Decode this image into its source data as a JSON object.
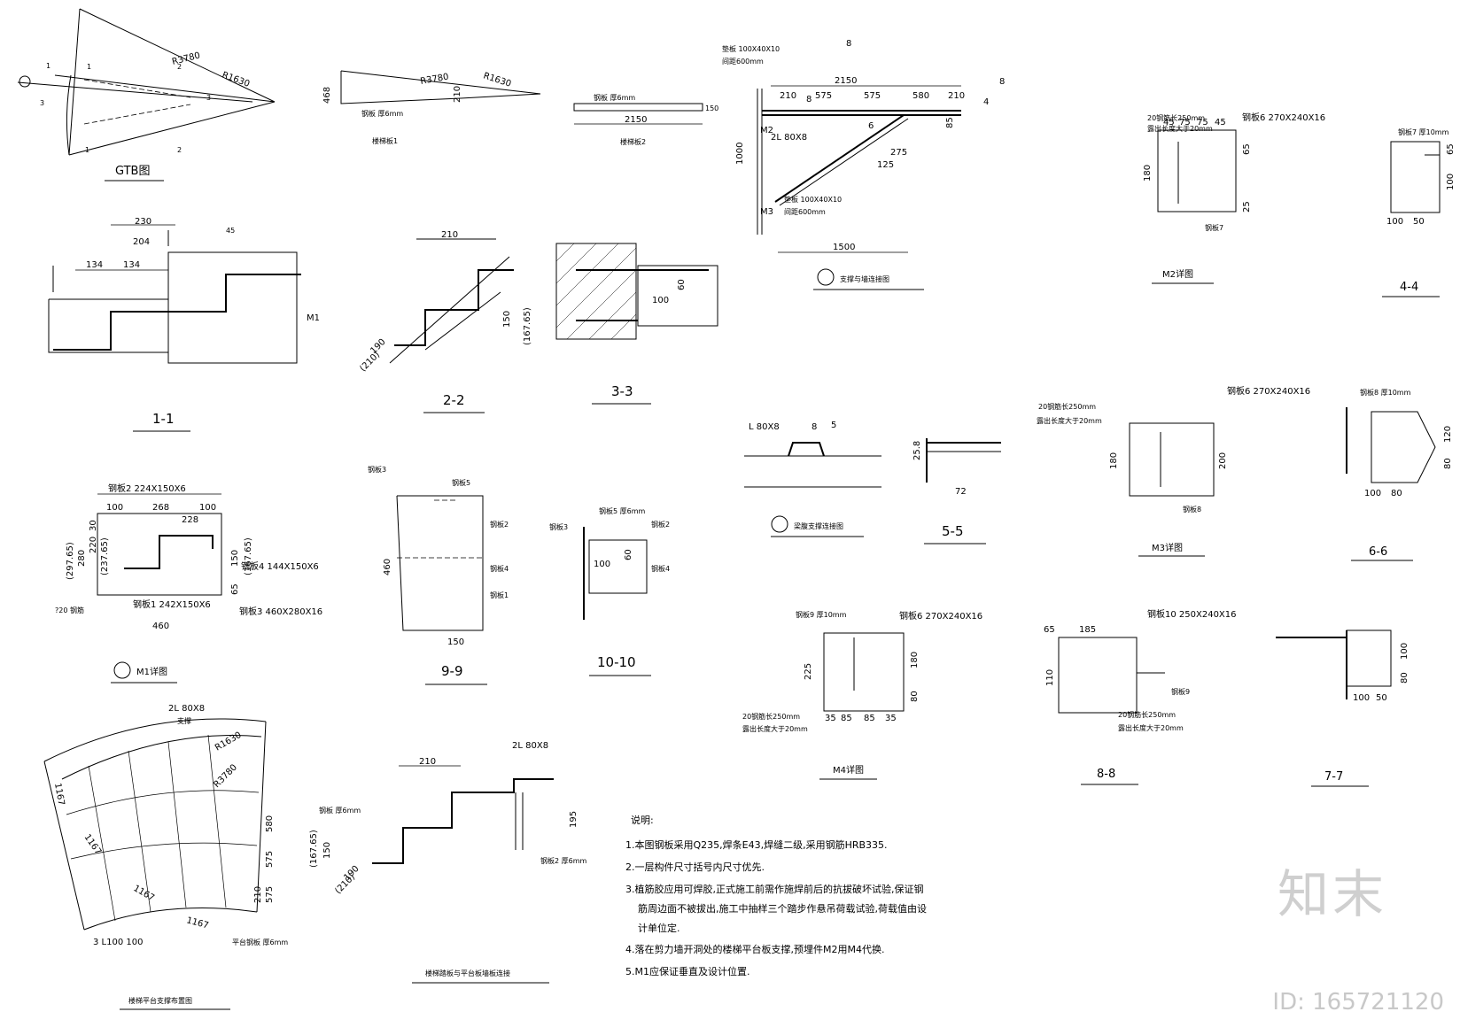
{
  "titles": {
    "gtb": "GTB图",
    "s11": "1-1",
    "s22": "2-2",
    "s33": "3-3",
    "wall_conn": "支撑与墙连接图",
    "m2": "M2详图",
    "s44": "4-4",
    "m1": "M1详图",
    "s99": "9-9",
    "s1010": "10-10",
    "plat_conn": "梁腹支撑连接图",
    "s55": "5-5",
    "m3": "M3详图",
    "s66": "6-6",
    "m4": "M4详图",
    "s88": "8-8",
    "s77": "7-7",
    "layout": "楼梯平台支撑布置图",
    "tread_conn": "楼梯踏板与平台板墙板连接"
  },
  "dims": {
    "gtb_r1": "R3780",
    "gtb_r2": "R1630",
    "plate_468": "468",
    "plate_210": "210",
    "plate_r1": "R3780",
    "plate_r2": "R1630",
    "plate_thk": "钢板 厚6mm",
    "plate1": "楼梯板1",
    "plate_6mm": "钢板 厚6mm",
    "plate_2150": "2150",
    "plate_150": "150",
    "plate2": "楼梯板2",
    "d230": "230",
    "d204": "204",
    "d134a": "134",
    "d134b": "134",
    "d45": "45",
    "m1": "M1",
    "d210": "210",
    "d150": "150",
    "d16765": "(167.65)",
    "d190": "190",
    "d210p": "(210)",
    "d100": "100",
    "d60": "60",
    "w_2150": "2150",
    "w_210a": "210",
    "w_575a": "575",
    "w_575b": "575",
    "w_580": "580",
    "w_210b": "210",
    "w_1000": "1000",
    "w_1500": "1500",
    "w_275": "275",
    "w_125": "125",
    "w_85": "85",
    "w_4": "4",
    "w_m2": "M2",
    "w_m3": "M3",
    "w_2l": "2L 80X8",
    "w_8": "8",
    "w_6": "6",
    "w_top": "垫板 100X40X10",
    "w_top2": "间距600mm",
    "w_bot": "垫板 100X40X10",
    "w_bot2": "间距600mm",
    "w_8a": "8",
    "w_8b": "8",
    "m2_plate": "钢板6 270X240X16",
    "m2_rod": "20钢筋长250mm",
    "m2_rod2": "露出长度大于20mm",
    "m2_45": "45",
    "m2_75a": "75",
    "m2_75b": "75",
    "m2_45b": "45",
    "m2_180": "180",
    "m2_65": "65",
    "m2_25": "25",
    "m2_plate7": "钢板7",
    "s44_plate": "钢板7 厚10mm",
    "s44_100": "100",
    "s44_50": "50",
    "s44_65": "65",
    "s44_100v": "100",
    "m1_plate2": "钢板2 224X150X6",
    "m1_100a": "100",
    "m1_268": "268",
    "m1_100b": "100",
    "m1_228": "228",
    "m1_280": "280",
    "m1_29765": "(297.65)",
    "m1_220": "220",
    "m1_23765": "(237.65)",
    "m1_30": "30",
    "m1_150": "150",
    "m1_16765": "(167.65)",
    "m1_65": "65",
    "m1_plate4": "钢板4 144X150X6",
    "m1_plate1": "钢板1 242X150X6",
    "m1_plate3": "钢板3 460X280X16",
    "m1_460": "460",
    "m1_20": "?20 钢筋",
    "s99_460": "460",
    "s99_150": "150",
    "s99_p3": "钢板3",
    "s99_p5": "钢板5",
    "s99_p2": "钢板2",
    "s99_p4": "钢板4",
    "s99_p1": "钢板1",
    "s1010_p5": "钢板5 厚6mm",
    "s1010_p2": "钢板2",
    "s1010_p3": "钢板3",
    "s1010_100": "100",
    "s1010_60": "60",
    "s1010_p4": "钢板4",
    "pc_l80": "L 80X8",
    "pc_8": "8",
    "pc_5": "5",
    "s55_258": "25.8",
    "s55_72": "72",
    "m3_plate": "钢板6 270X240X16",
    "m3_rod": "20钢筋长250mm",
    "m3_rod2": "露出长度大于20mm",
    "m3_200": "200",
    "m3_180": "180",
    "m3_plate8": "钢板8",
    "s66_plate": "钢板8 厚10mm",
    "s66_120": "120",
    "s66_80": "80",
    "s66_100": "100",
    "s66_80h": "80",
    "m4_plate9": "钢板9 厚10mm",
    "m4_plate6": "钢板6 270X240X16",
    "m4_225": "225",
    "m4_180": "180",
    "m4_80": "80",
    "m4_35": "35",
    "m4_85a": "85",
    "m4_85b": "85",
    "m4_35b": "35",
    "m4_rod": "20钢筋长250mm",
    "m4_rod2": "露出长度大于20mm",
    "s88_plate": "钢板10 250X240X16",
    "s88_65": "65",
    "s88_185": "185",
    "s88_110": "110",
    "s88_plate9": "钢板9",
    "s88_rod": "20钢筋长250mm",
    "s88_rod2": "露出长度大于20mm",
    "s77_100": "100",
    "s77_80": "80",
    "s77_100h": "100",
    "s77_50": "50",
    "lay_2l": "2L 80X8",
    "lay_brace": "支撑",
    "lay_r1": "R1630",
    "lay_r2": "R3780",
    "lay_1167a": "1167",
    "lay_1167b": "1167",
    "lay_1167c": "1167",
    "lay_1167d": "1167",
    "lay_580": "580",
    "lay_575a": "575",
    "lay_575b": "575",
    "lay_210": "210",
    "lay_100": "3 L100 100",
    "lay_plate": "平台钢板 厚6mm",
    "tc_2l": "2L 80X8",
    "tc_210": "210",
    "tc_195": "195",
    "tc_150": "150",
    "tc_16765": "(167.65)",
    "tc_190": "190",
    "tc_210p": "(210)",
    "tc_plate": "钢板 厚6mm",
    "tc_plate2": "钢板2 厚6mm"
  },
  "notes": {
    "heading": "说明:",
    "n1": "1.本图钢板采用Q235,焊条E43,焊缝二级,采用钢筋HRB335.",
    "n2": "2.一层构件尺寸括号内尺寸优先.",
    "n3a": "3.植筋胶应用可焊胶,正式施工前需作施焊前后的抗拔破坏试验,保证钢",
    "n3b": "筋周边面不被拔出,施工中抽样三个踏步作悬吊荷载试验,荷载值由设",
    "n3c": "计单位定.",
    "n4": "4.落在剪力墙开洞处的楼梯平台板支撑,预埋件M2用M4代换.",
    "n5": "5.M1应保证垂直及设计位置."
  },
  "watermark": {
    "logo": "知末",
    "id": "ID: 165721120"
  }
}
